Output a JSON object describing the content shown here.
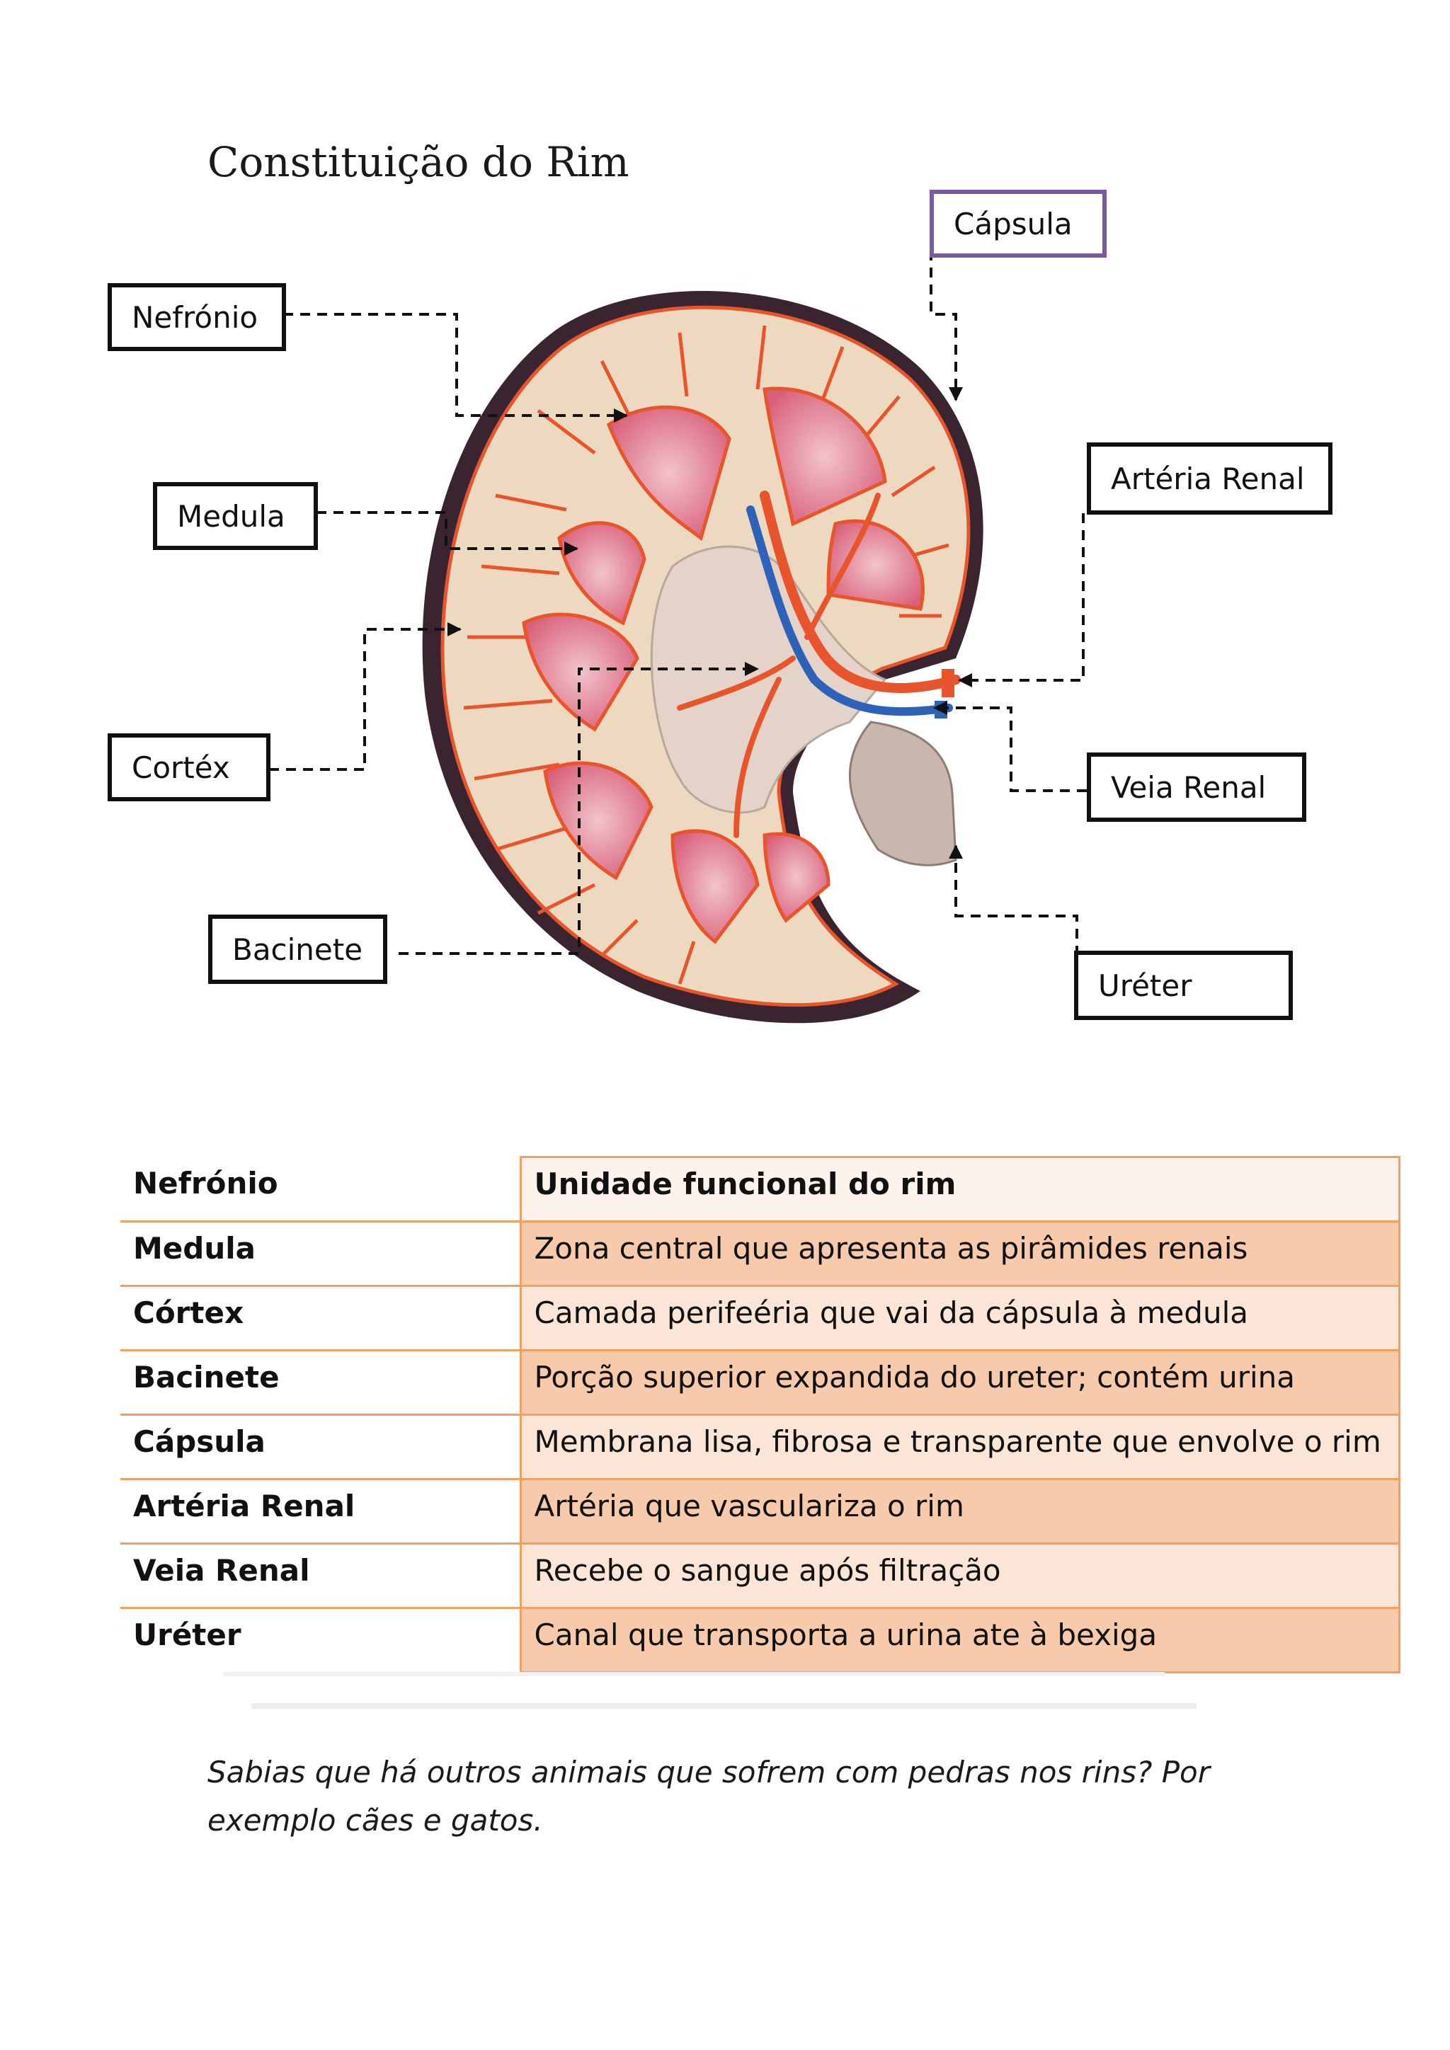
{
  "title": "Constituição do Rim",
  "labels": {
    "capsula": "Cápsula",
    "nefronio": "Nefrónio",
    "medula": "Medula",
    "arteria": "Artéria Renal",
    "cortex": "Cortéx",
    "veia": "Veia Renal",
    "bacinete": "Bacinete",
    "ureter": "Uréter"
  },
  "table": [
    {
      "term": "Nefrónio",
      "definition": "Unidade funcional do rim"
    },
    {
      "term": "Medula",
      "definition": "Zona central que apresenta as pirâmides renais"
    },
    {
      "term": "Córtex",
      "definition": "Camada perifeéria que vai da cápsula à medula"
    },
    {
      "term": "Bacinete",
      "definition": "Porção superior expandida do ureter; contém urina"
    },
    {
      "term": "Cápsula",
      "definition": "Membrana lisa, fibrosa e transparente que envolve o rim"
    },
    {
      "term": "Artéria Renal",
      "definition": "Artéria que vasculariza o rim"
    },
    {
      "term": "Veia Renal",
      "definition": "Recebe o sangue após filtração"
    },
    {
      "term": "Uréter",
      "definition": "Canal que transporta a urina ate à bexiga"
    }
  ],
  "trivia": "Sabias que há outros animais que sofrem com pedras nos rins? Por exemplo cães e gatos.",
  "colors": {
    "table_border": "#f0a060",
    "row_light": "#fbe5d6",
    "row_dark": "#f7caac",
    "capsula_border": "#7a5aa0"
  }
}
